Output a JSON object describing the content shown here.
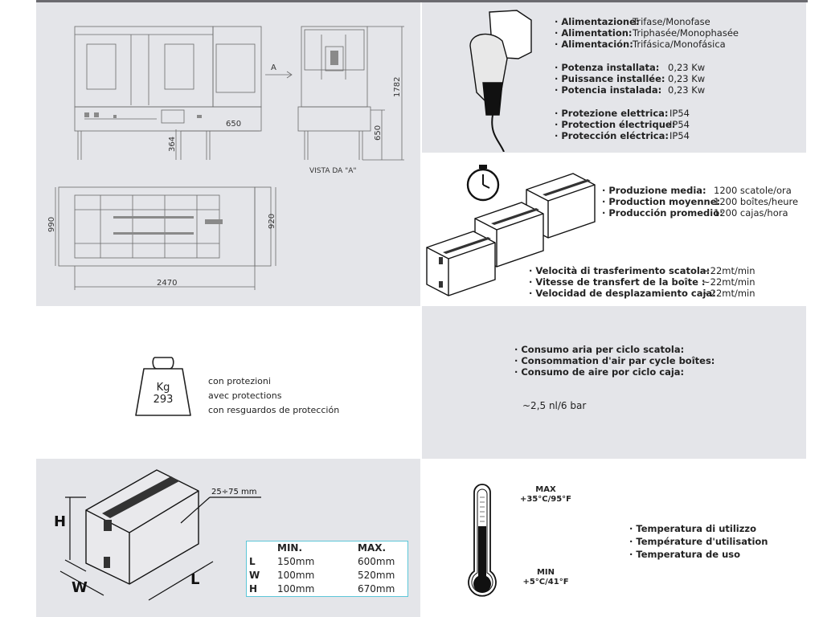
{
  "drawing": {
    "dim_650_top": "650",
    "dim_364": "364",
    "dim_1782": "1782",
    "dim_650_side": "650",
    "arrow_a": "A",
    "vista": "VISTA DA \"A\"",
    "dim_990": "990",
    "dim_920": "920",
    "dim_2470": "2470"
  },
  "power": {
    "rows": [
      {
        "label": "· Alimentazione:",
        "value": "Trifase/Monofase"
      },
      {
        "label": "· Alimentation:",
        "value": "Triphasée/Monophasée"
      },
      {
        "label": "· Alimentación:",
        "value": "Trifásica/Monofásica"
      },
      {
        "label": "· Potenza installata:",
        "value": "0,23 Kw"
      },
      {
        "label": "· Puissance installée:",
        "value": "0,23 Kw"
      },
      {
        "label": "· Potencia instalada:",
        "value": "0,23 Kw"
      },
      {
        "label": "· Protezione elettrica:",
        "value": "IP54"
      },
      {
        "label": "· Protection électrique:",
        "value": "IP54"
      },
      {
        "label": "· Protección eléctrica:",
        "value": "IP54"
      }
    ]
  },
  "production": {
    "rows": [
      {
        "label": "· Produzione media:",
        "value": "1200 scatole/ora"
      },
      {
        "label": "· Production moyenne:",
        "value": "1200 boîtes/heure"
      },
      {
        "label": "· Producción promedio:",
        "value": "1200 cajas/hora"
      }
    ],
    "speed_rows": [
      {
        "label": "· Velocità di trasferimento scatola:",
        "value": "~22mt/min"
      },
      {
        "label": "· Vitesse de transfert de la boîte :",
        "value": "~22mt/min"
      },
      {
        "label": "· Velocidad de desplazamiento caja:",
        "value": "~22mt/min"
      }
    ]
  },
  "weight": {
    "unit": "Kg",
    "value": "293",
    "lines": [
      "con protezioni",
      "avec protections",
      "con resguardos de protección"
    ]
  },
  "air": {
    "lines": [
      "· Consumo aria per ciclo scatola:",
      "· Consommation d'air par cycle boîtes:",
      "· Consumo de aire por ciclo caja:"
    ],
    "value": "~2,5 nl/6 bar"
  },
  "box": {
    "h": "H",
    "w": "W",
    "l": "L",
    "tape": "25÷75 mm",
    "table": {
      "headers": [
        "",
        "MIN.",
        "MAX."
      ],
      "rows": [
        [
          "L",
          "150mm",
          "600mm"
        ],
        [
          "W",
          "100mm",
          "520mm"
        ],
        [
          "H",
          "100mm",
          "670mm"
        ]
      ]
    }
  },
  "temperature": {
    "max_label": "MAX",
    "max_value": "+35°C/95°F",
    "min_label": "MIN",
    "min_value": "+5°C/41°F",
    "lines": [
      "· Temperatura di utilizzo",
      "· Température d'utilisation",
      "· Temperatura de uso"
    ]
  },
  "colors": {
    "panel_grey": "#e4e5e9",
    "table_border": "#5cc6d8",
    "thermometer_fill": "#111111"
  }
}
